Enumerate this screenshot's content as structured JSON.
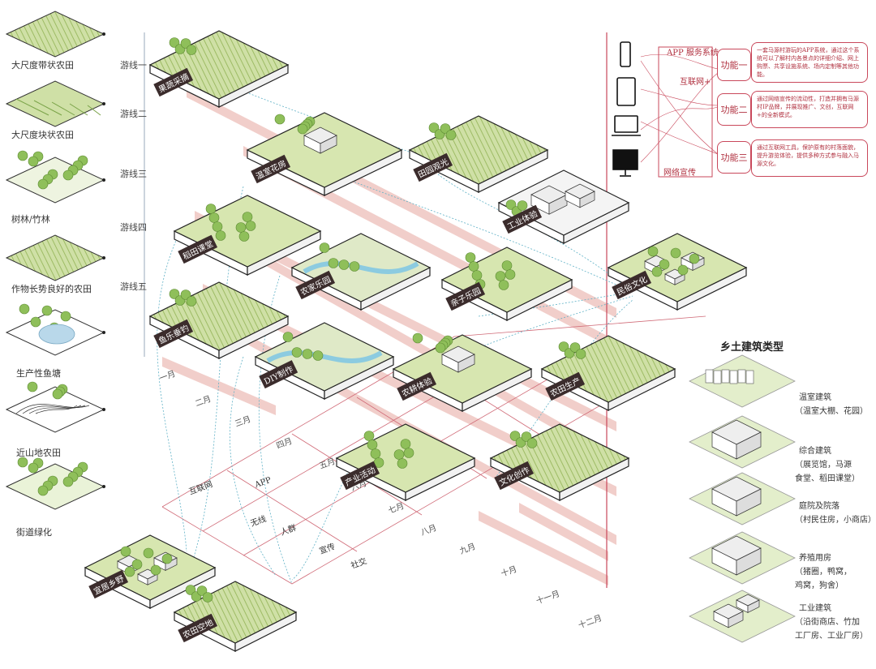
{
  "left_legend": [
    {
      "label": "大尺度带状农田",
      "icon": "strip-farmland"
    },
    {
      "label": "大尺度块状农田",
      "icon": "block-farmland"
    },
    {
      "label": "树林/竹林",
      "icon": "forest"
    },
    {
      "label": "作物长势良好的农田",
      "icon": "good-crop-farmland"
    },
    {
      "label": "生产性鱼塘",
      "icon": "fish-pond"
    },
    {
      "label": "近山地农田",
      "icon": "hill-farmland"
    },
    {
      "label": "街道绿化",
      "icon": "street-greening"
    }
  ],
  "routes": [
    "游线一",
    "游线二",
    "游线三",
    "游线四",
    "游线五"
  ],
  "months": [
    "一月",
    "二月",
    "三月",
    "四月",
    "五月",
    "六月",
    "七月",
    "八月",
    "九月",
    "十月",
    "十一月",
    "十二月"
  ],
  "channels": [
    "互联网",
    "APP",
    "无线",
    "人群",
    "宣传",
    "社交"
  ],
  "blocks": [
    "果蔬采摘",
    "温室花房",
    "田园观光",
    "稻田课堂",
    "农家乐园",
    "亲子乐园",
    "工业体验",
    "民俗文化",
    "鱼乐垂钓",
    "DIY制作",
    "农耕体验",
    "农田生产",
    "产业活动",
    "文化创作",
    "宜居乡野",
    "农田空地"
  ],
  "digital": {
    "devices": [
      "phone-icon",
      "tablet-icon",
      "laptop-icon",
      "monitor-icon"
    ],
    "channels": [
      "APP 服务系统",
      "互联网+",
      "网络宣传"
    ],
    "functions": [
      {
        "title": "功能一",
        "text": "一套马源村游玩的APP系统，通过这个系统可以了解村内各景点的详细介绍、网上购票、共享设施系统、场内定制等其他功能。"
      },
      {
        "title": "功能二",
        "text": "通过网络宣传的流动性，打造并拥有马源村IP品牌，并展现推广、文创，互联网+的全新模式。"
      },
      {
        "title": "功能三",
        "text": "通过互联网工具，保护原有的村落面貌，提升游览体验，提供多种方式参与融入马源文化。"
      }
    ]
  },
  "building_types": {
    "title": "乡土建筑类型",
    "items": [
      {
        "name": "温室建筑",
        "desc": "（温室大棚、花园）"
      },
      {
        "name": "综合建筑",
        "desc": "（展览馆，马源\n食堂、稻田课堂）"
      },
      {
        "name": "庭院及院落",
        "desc": "（村民住房，小商店）"
      },
      {
        "name": "养殖用房",
        "desc": "（猪圈，鸭窝，\n鸡窝，狗舍）"
      },
      {
        "name": "工业建筑",
        "desc": "（沿街商店、竹加\n工厂房、工业厂房）"
      }
    ]
  },
  "colors": {
    "accent": "#c9485b",
    "grass": "#cfe0a6",
    "tree": "#8fbf5a",
    "band": "#e7a79f",
    "ink": "#222222"
  }
}
